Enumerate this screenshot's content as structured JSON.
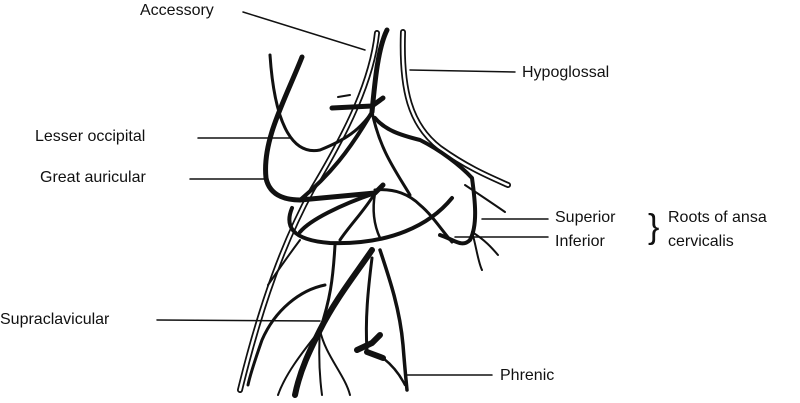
{
  "diagram": {
    "labels": {
      "accessory": "Accessory",
      "hypoglossal": "Hypoglossal",
      "lesser_occipital": "Lesser occipital",
      "great_auricular": "Great auricular",
      "superior": "Superior",
      "inferior": "Inferior",
      "roots_line1": "Roots of ansa",
      "roots_line2": "cervicalis",
      "supraclavicular": "Supraclavicular",
      "phrenic": "Phrenic"
    },
    "colors": {
      "ink": "#111111",
      "background": "#ffffff"
    }
  }
}
